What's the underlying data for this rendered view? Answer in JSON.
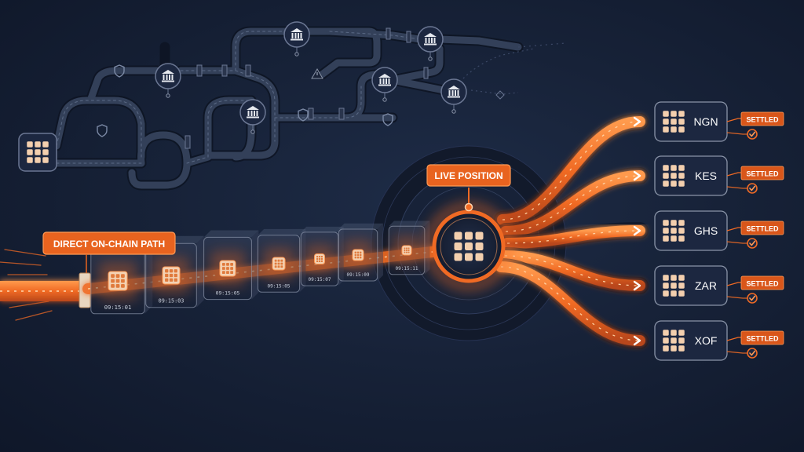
{
  "labels": {
    "direct_path": "DIRECT ON-CHAIN PATH",
    "live_position": "LIVE POSITION"
  },
  "blocks": [
    {
      "time": "09:15:01"
    },
    {
      "time": "09:15:03"
    },
    {
      "time": "09:15:05"
    },
    {
      "time": "09:15:05"
    },
    {
      "time": "09:15:07"
    },
    {
      "time": "09:15:09"
    },
    {
      "time": "09:15:11"
    }
  ],
  "currencies": [
    {
      "code": "NGN",
      "status": "SETTLED"
    },
    {
      "code": "KES",
      "status": "SETTLED"
    },
    {
      "code": "GHS",
      "status": "SETTLED"
    },
    {
      "code": "ZAR",
      "status": "SETTLED"
    },
    {
      "code": "XOF",
      "status": "SETTLED"
    }
  ],
  "colors": {
    "accent": "#f06a24",
    "accent_light": "#ff8a3d",
    "background": "#151f35",
    "node_fill": "#1c2740",
    "grid_tile": "#f3cfae",
    "label_text": "#ffffff"
  },
  "icons": {
    "asset": "grid-icon",
    "bank": "bank-icon",
    "shield": "shield-icon",
    "warning": "warning-icon",
    "check": "check-icon",
    "chevron": "chevron-right-icon"
  }
}
